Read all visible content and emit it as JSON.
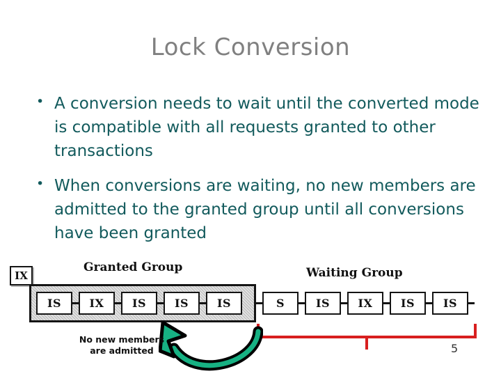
{
  "slide": {
    "title": "Lock Conversion",
    "page_number": "5",
    "title_color": "#808080",
    "body_color": "#125a5c"
  },
  "bullets": [
    {
      "marker": "•",
      "text": "A conversion needs to wait until the converted mode is compatible with all requests granted to other transactions"
    },
    {
      "marker": "•",
      "text": "When conversions are waiting, no new members are admitted to the granted group until all conversions have been granted"
    }
  ],
  "diagram": {
    "incoming_request": {
      "label": "IX"
    },
    "granted_group": {
      "label": "Granted Group",
      "locks": [
        "IS",
        "IX",
        "IS",
        "IS",
        "IS"
      ]
    },
    "waiting_group": {
      "label": "Waiting Group",
      "locks": [
        "S",
        "IS",
        "IX",
        "IS",
        "IS"
      ],
      "bracket_color": "#d81f1f"
    },
    "annotation": {
      "line1": "No new members",
      "line2": "are admitted",
      "arrow_color": "#17b183",
      "arrow_outline": "#000000"
    }
  }
}
